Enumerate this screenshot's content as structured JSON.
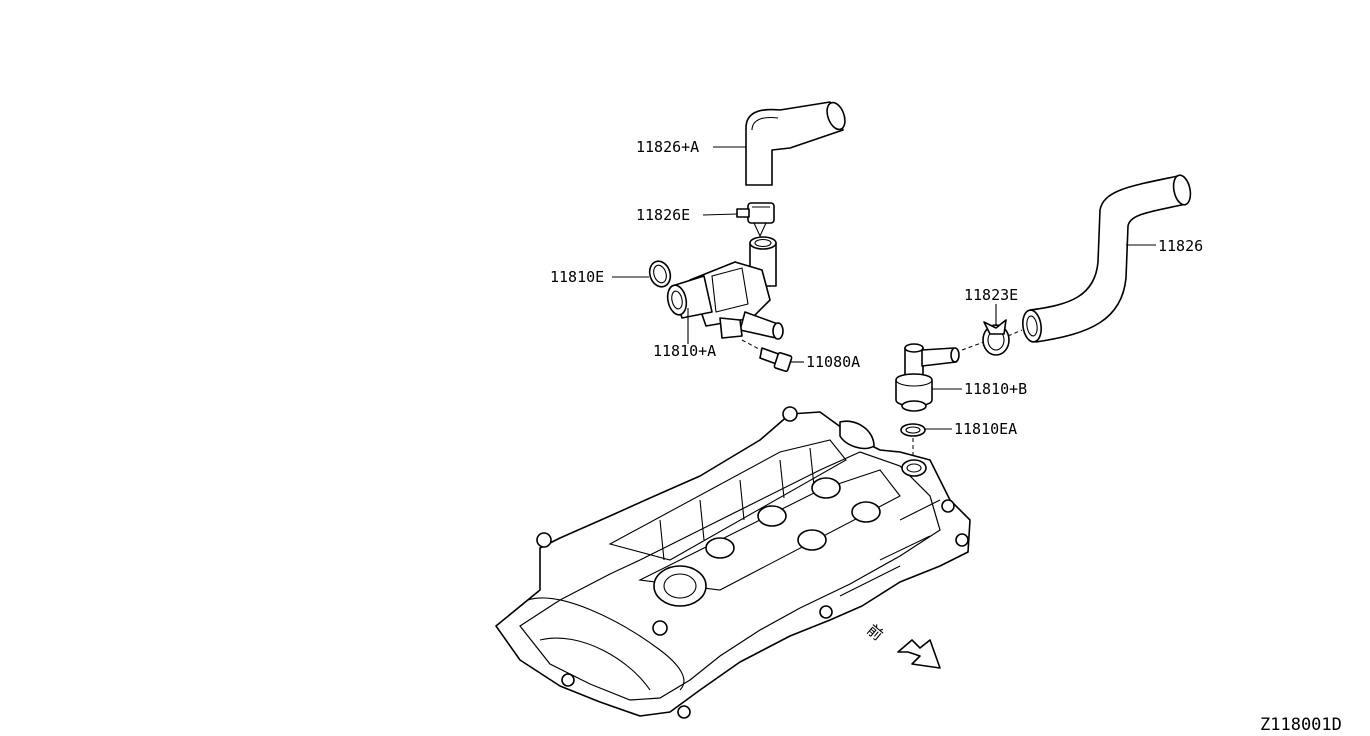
{
  "diagram_code": "Z118001D",
  "front_mark": "前",
  "callouts": [
    {
      "id": "11826-a",
      "text": "11826+A"
    },
    {
      "id": "11826e",
      "text": "11826E"
    },
    {
      "id": "11810e",
      "text": "11810E"
    },
    {
      "id": "11810-a",
      "text": "11810+A"
    },
    {
      "id": "11080a",
      "text": "11080A"
    },
    {
      "id": "11826",
      "text": "11826"
    },
    {
      "id": "11823e",
      "text": "11823E"
    },
    {
      "id": "11810-b",
      "text": "11810+B"
    },
    {
      "id": "11810ea",
      "text": "11810EA"
    }
  ]
}
